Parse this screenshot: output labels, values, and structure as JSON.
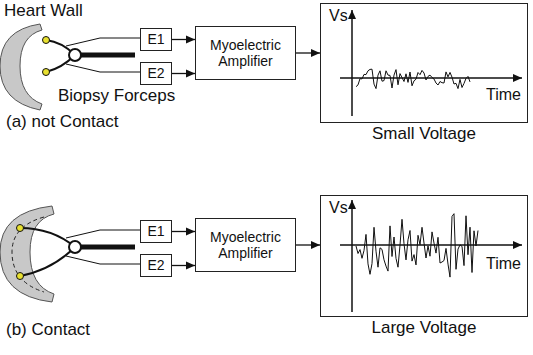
{
  "diagram": {
    "nodes": [
      {
        "text": [
          "E1"
        ]
      },
      {
        "text": [
          "E2"
        ]
      },
      {
        "text": [
          "Myoelectric Amplifier"
        ]
      },
      {
        "text": [
          "Vs",
          "Time",
          "Small Voltage"
        ]
      },
      {
        "text": [
          "E1"
        ]
      },
      {
        "text": [
          "E2"
        ]
      },
      {
        "text": [
          "Myoelectric Amplifier"
        ]
      },
      {
        "text": [
          "Vs",
          "Time",
          "Large Voltage"
        ]
      }
    ],
    "edges": [
      {
        "from": 0,
        "to": 2,
        "arrow": "to"
      },
      {
        "from": 1,
        "to": 2,
        "arrow": "to"
      },
      {
        "from": 2,
        "to": 3,
        "arrow": "to"
      },
      {
        "from": 4,
        "to": 6,
        "arrow": "to"
      },
      {
        "from": 5,
        "to": 6,
        "arrow": "to"
      },
      {
        "from": 6,
        "to": 7,
        "arrow": "to"
      }
    ],
    "labels": [
      "Heart Wall",
      "Biopsy Forceps",
      "(a) not Contact",
      "(b) Contact"
    ]
  }
}
